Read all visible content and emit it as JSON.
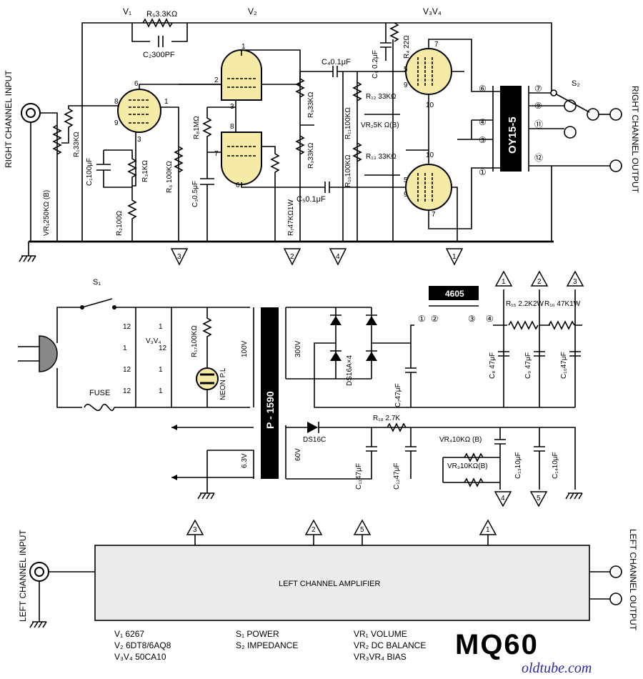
{
  "title": "MQ60",
  "watermark": "oldtube.com",
  "tube_labels": {
    "v1": "V₁",
    "v2": "V₂",
    "v3v4": "V₃V₄"
  },
  "io_labels": {
    "right_in": "RIGHT CHANNEL INPUT",
    "right_out": "RIGHT CHANNEL OUTPUT",
    "left_in": "LEFT CHANNEL INPUT",
    "left_out": "LEFT CHANNEL OUTPUT",
    "left_amp": "LEFT CHANNEL AMPLIFIER"
  },
  "components": {
    "r5": "R₅3.3KΩ",
    "c2": "C₂300PF",
    "c4": "C₄0.1μF",
    "c6": "C₆ 0.2μF",
    "r4": "R₄ 22Ω",
    "vr1": "VR₁250KΩ (B)",
    "r1": "R₁33KΩ",
    "c1": "C₁100μF",
    "r3": "R₃1KΩ",
    "r2": "R₂100Ω",
    "r6": "R₆ 100KΩ",
    "r8": "R₈1MΩ",
    "c3": "C₃0.5μF",
    "r7": "R₇47KΩ1W",
    "r9": "R₉33KΩ",
    "r9b": "R₉33KΩ",
    "c5": "C₅0.1μF",
    "r11": "R₁₁100KΩ",
    "r10": "R₁₀100KΩ",
    "vr2": "VR₂5K Ω(B)",
    "r12": "R₁₂ 33KΩ",
    "r13": "R₁₃ 33KΩ",
    "s2": "S₂",
    "s1": "S₁",
    "out_tx": "OY15-5",
    "ptx": "P - 1590",
    "choke": "4605",
    "r15": "R₁₅ 2.2K2W",
    "r16": "R₁₆ 47K1W",
    "r18": "R₁₈ 2.7K",
    "c7": "C₇47μF",
    "c8": "C₈ 47μF",
    "c9": "C₉ 47μF",
    "c10": "C₁₀47μF",
    "c11": "C₁₁47μF",
    "c12": "C₁₂47μF",
    "c13": "C₁₃10μF",
    "c14": "C₁₄10μF",
    "vr4": "VR₄10KΩ (B)",
    "vr3": "VR₃10KΩ(B)",
    "ds16a": "DS16A×4",
    "ds16c": "DS16C",
    "neon": "NEON P.L",
    "r17": "R₁₇100KΩ",
    "fuse": "FUSE",
    "v_100": "100V",
    "v_300": "300V",
    "v_60": "60V",
    "v_63": "6.3V"
  },
  "pins": {
    "p6": "⑥",
    "p4": "④",
    "p3": "③",
    "p1": "①",
    "p7": "⑦",
    "p9": "⑨",
    "p11": "⑪",
    "p12": "⑫",
    "p2": "②"
  },
  "pin_numbers": [
    "6",
    "8",
    "9",
    "1",
    "3",
    "2",
    "3",
    "8",
    "7",
    "6",
    "1",
    "7",
    "5",
    "9",
    "10",
    "10",
    "5",
    "9",
    "7",
    "12",
    "1",
    "12",
    "12",
    "1",
    "12",
    "1",
    "1"
  ],
  "arrows": [
    "3",
    "2",
    "4",
    "1",
    "1",
    "2",
    "3",
    "4",
    "5",
    "3",
    "2",
    "5",
    "1"
  ],
  "legend": {
    "col1": [
      "V₁  6267",
      "V₂  6DT8/6AQ8",
      "V₃V₄  50CA10"
    ],
    "col2": [
      "S₁  POWER",
      "S₂  IMPEDANCE"
    ],
    "col3": [
      "VR₁  VOLUME",
      "VR₂  DC BALANCE",
      "VR₃VR₄  BIAS"
    ]
  }
}
